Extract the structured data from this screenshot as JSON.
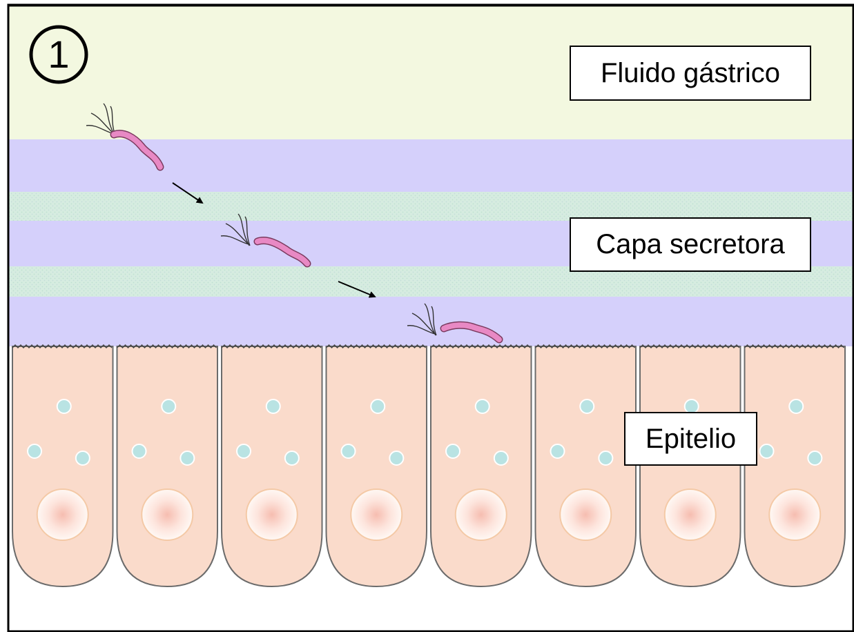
{
  "step_marker": "1",
  "labels": {
    "gastric_fluid": "Fluido gástrico",
    "secretory_layer": "Capa secretora",
    "epithelium": "Epitelio"
  },
  "colors": {
    "gastric_fluid_bg": "#f3f8e0",
    "mucus_band": "#d5d0fb",
    "mucus_stripe": "#d4eadf",
    "cell_fill": "#fadbcb",
    "cell_stroke": "#6b6b6b",
    "nucleus": "#fff6f1",
    "vesicle": "#b9e3e3",
    "bacterium": "#e889c4"
  },
  "diagram": {
    "layers": [
      "gastric-fluid",
      "secretory-layer",
      "epithelium"
    ],
    "cell_count": 8,
    "bacteria_count": 3,
    "arrow_count": 2
  }
}
